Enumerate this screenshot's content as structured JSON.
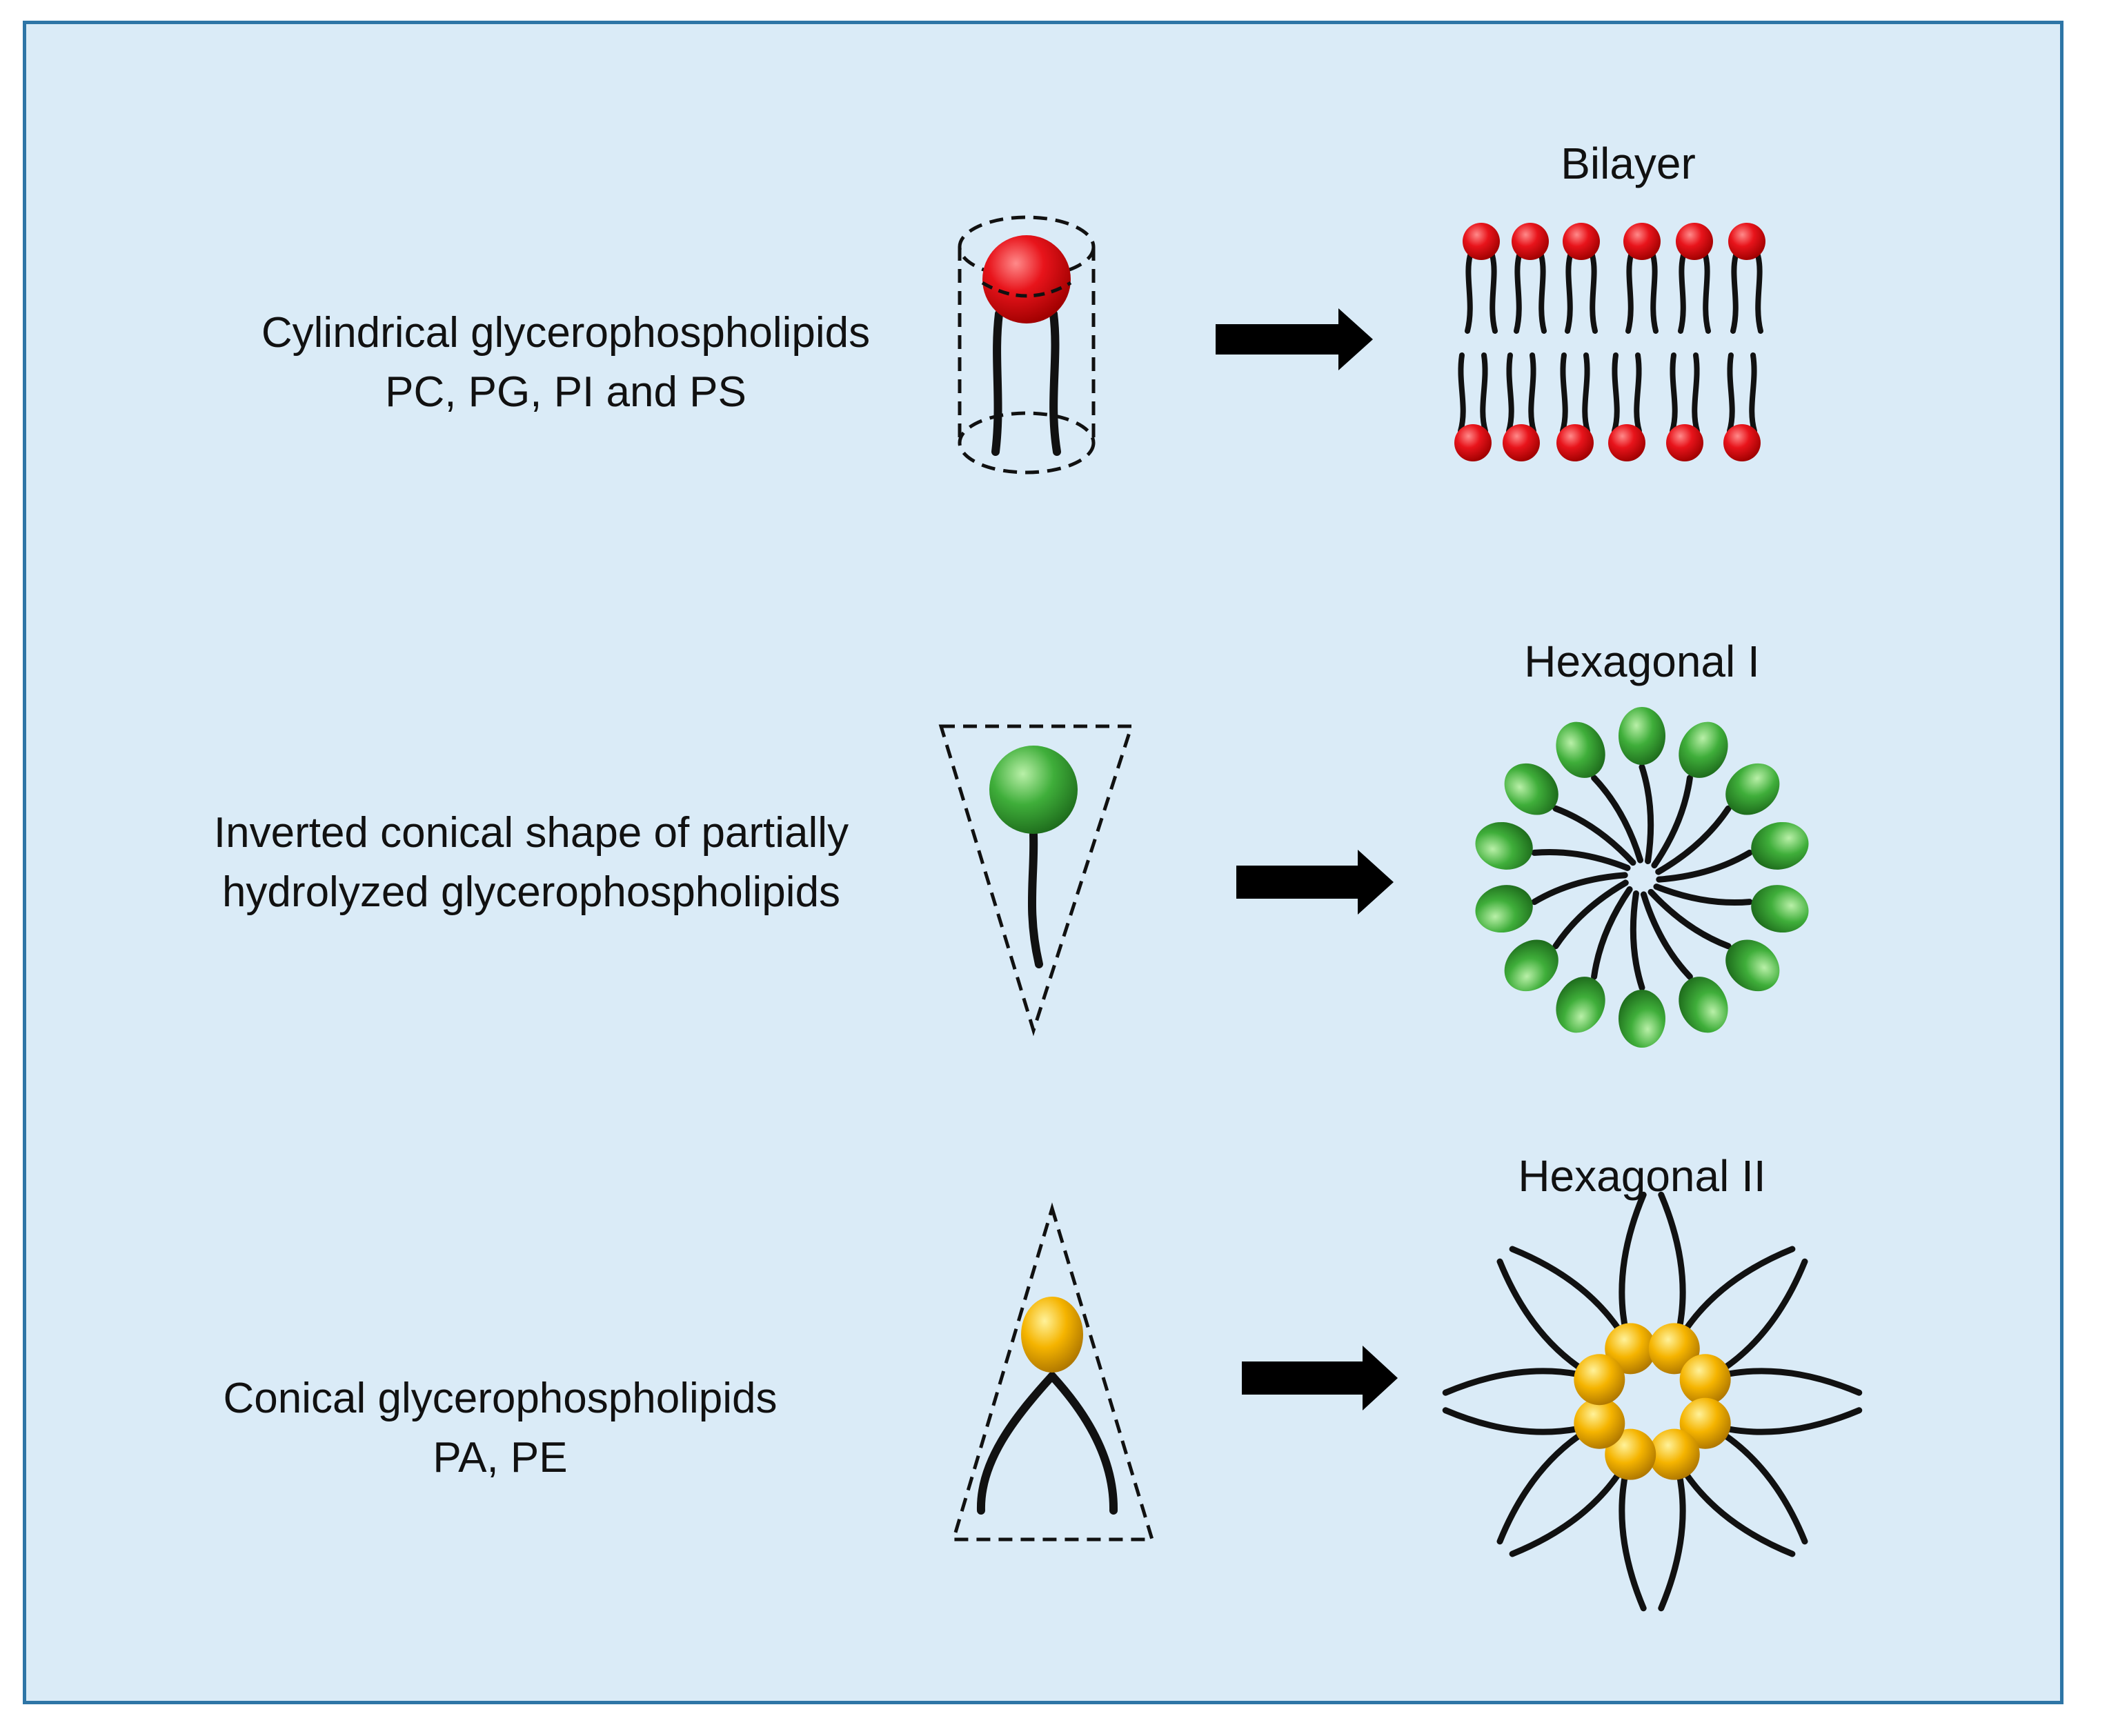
{
  "rows": [
    {
      "label_lines": [
        "Cylindrical glycerophospholipids",
        "PC, PG, PI and PS"
      ],
      "structure": "Bilayer",
      "head_color": "#e8141b",
      "head_icon": "red-sphere-head-icon"
    },
    {
      "label_lines": [
        "Inverted  conical shape of partially",
        "hydrolyzed glycerophospholipids"
      ],
      "structure": "Hexagonal I",
      "head_color": "#3fae3a",
      "head_icon": "green-sphere-head-icon"
    },
    {
      "label_lines": [
        "Conical glycerophospholipids",
        "PA, PE"
      ],
      "structure": "Hexagonal II",
      "head_color": "#f5b400",
      "head_icon": "yellow-sphere-head-icon"
    }
  ],
  "colors": {
    "background": "#daebf7",
    "border": "#2e75a6",
    "tail": "#111111",
    "arrow": "#000000"
  }
}
